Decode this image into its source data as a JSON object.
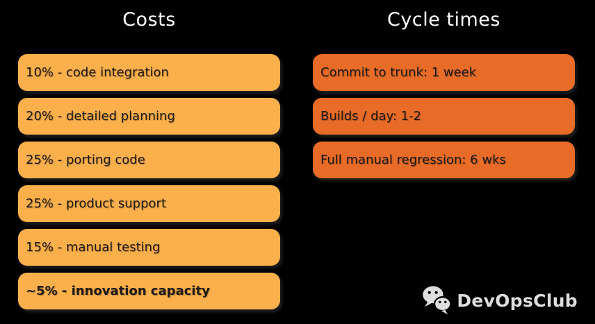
{
  "background_color": "#000000",
  "box_text_color": "#1e1914",
  "columns": [
    {
      "title": "Costs",
      "box_color": "#fbb04c",
      "items": [
        {
          "label": "10% - code integration"
        },
        {
          "label": "20% - detailed planning"
        },
        {
          "label": "25% - porting code"
        },
        {
          "label": "25% - product support"
        },
        {
          "label": "15% - manual testing"
        },
        {
          "label": "~5% - innovation capacity",
          "bold": true
        }
      ]
    },
    {
      "title": "Cycle times",
      "box_color": "#e86c28",
      "items": [
        {
          "label": "Commit to trunk: 1 week"
        },
        {
          "label": "Builds / day: 1-2"
        },
        {
          "label": "Full manual regression: 6 wks"
        }
      ]
    }
  ],
  "footer": {
    "brand": "DevOpsClub",
    "icon": "wechat-icon",
    "text_color": "#dedede"
  }
}
